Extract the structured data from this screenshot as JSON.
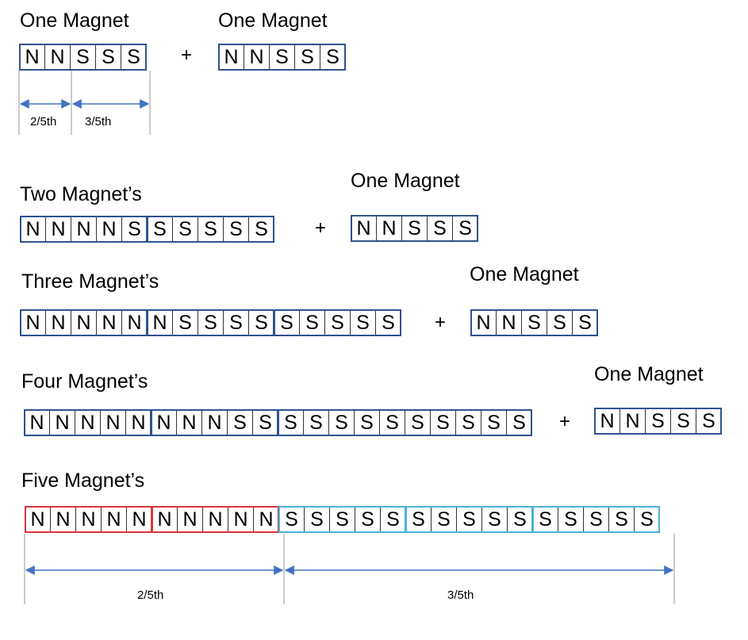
{
  "plus_sign": "+",
  "rows": [
    {
      "label": "One Magnet",
      "cells": [
        "N",
        "N",
        "S",
        "S",
        "S"
      ],
      "groups": [
        5
      ],
      "group_colors": [
        "#2f528f"
      ],
      "partner_label": "One Magnet",
      "partner_cells": [
        "N",
        "N",
        "S",
        "S",
        "S"
      ]
    },
    {
      "label": "Two Magnet’s",
      "cells": [
        "N",
        "N",
        "N",
        "N",
        "S",
        "S",
        "S",
        "S",
        "S",
        "S"
      ],
      "groups": [
        5,
        5
      ],
      "group_colors": [
        "#2f528f",
        "#2f528f"
      ],
      "partner_label": "One Magnet",
      "partner_cells": [
        "N",
        "N",
        "S",
        "S",
        "S"
      ]
    },
    {
      "label": "Three Magnet’s",
      "cells": [
        "N",
        "N",
        "N",
        "N",
        "N",
        "N",
        "S",
        "S",
        "S",
        "S",
        "S",
        "S",
        "S",
        "S",
        "S"
      ],
      "groups": [
        5,
        5,
        5
      ],
      "group_colors": [
        "#2f528f",
        "#2f528f",
        "#2f528f"
      ],
      "partner_label": "One Magnet",
      "partner_cells": [
        "N",
        "N",
        "S",
        "S",
        "S"
      ]
    },
    {
      "label": "Four Magnet’s",
      "cells": [
        "N",
        "N",
        "N",
        "N",
        "N",
        "N",
        "N",
        "N",
        "S",
        "S",
        "S",
        "S",
        "S",
        "S",
        "S",
        "S",
        "S",
        "S",
        "S",
        "S"
      ],
      "groups": [
        5,
        5,
        10
      ],
      "group_colors": [
        "#2f528f",
        "#2f528f",
        "#2f528f"
      ],
      "partner_label": "One Magnet",
      "partner_cells": [
        "N",
        "N",
        "S",
        "S",
        "S"
      ]
    },
    {
      "label": "Five Magnet’s",
      "cells": [
        "N",
        "N",
        "N",
        "N",
        "N",
        "N",
        "N",
        "N",
        "N",
        "N",
        "S",
        "S",
        "S",
        "S",
        "S",
        "S",
        "S",
        "S",
        "S",
        "S",
        "S",
        "S",
        "S",
        "S",
        "S"
      ],
      "groups": [
        5,
        5,
        5,
        5,
        5
      ],
      "group_colors": [
        "#d9363e",
        "#d9363e",
        "#4bb3d8",
        "#4bb3d8",
        "#4bb3d8"
      ],
      "partner_label": "",
      "partner_cells": []
    }
  ],
  "dimensions": {
    "top": {
      "left_label": "2/5th",
      "right_label": "3/5th"
    },
    "bottom": {
      "left_label": "2/5th",
      "right_label": "3/5th"
    }
  },
  "colors": {
    "magnet_outline": "#2f528f",
    "north_highlight": "#d9363e",
    "south_highlight": "#4bb3d8",
    "arrow": "#4472c4"
  }
}
